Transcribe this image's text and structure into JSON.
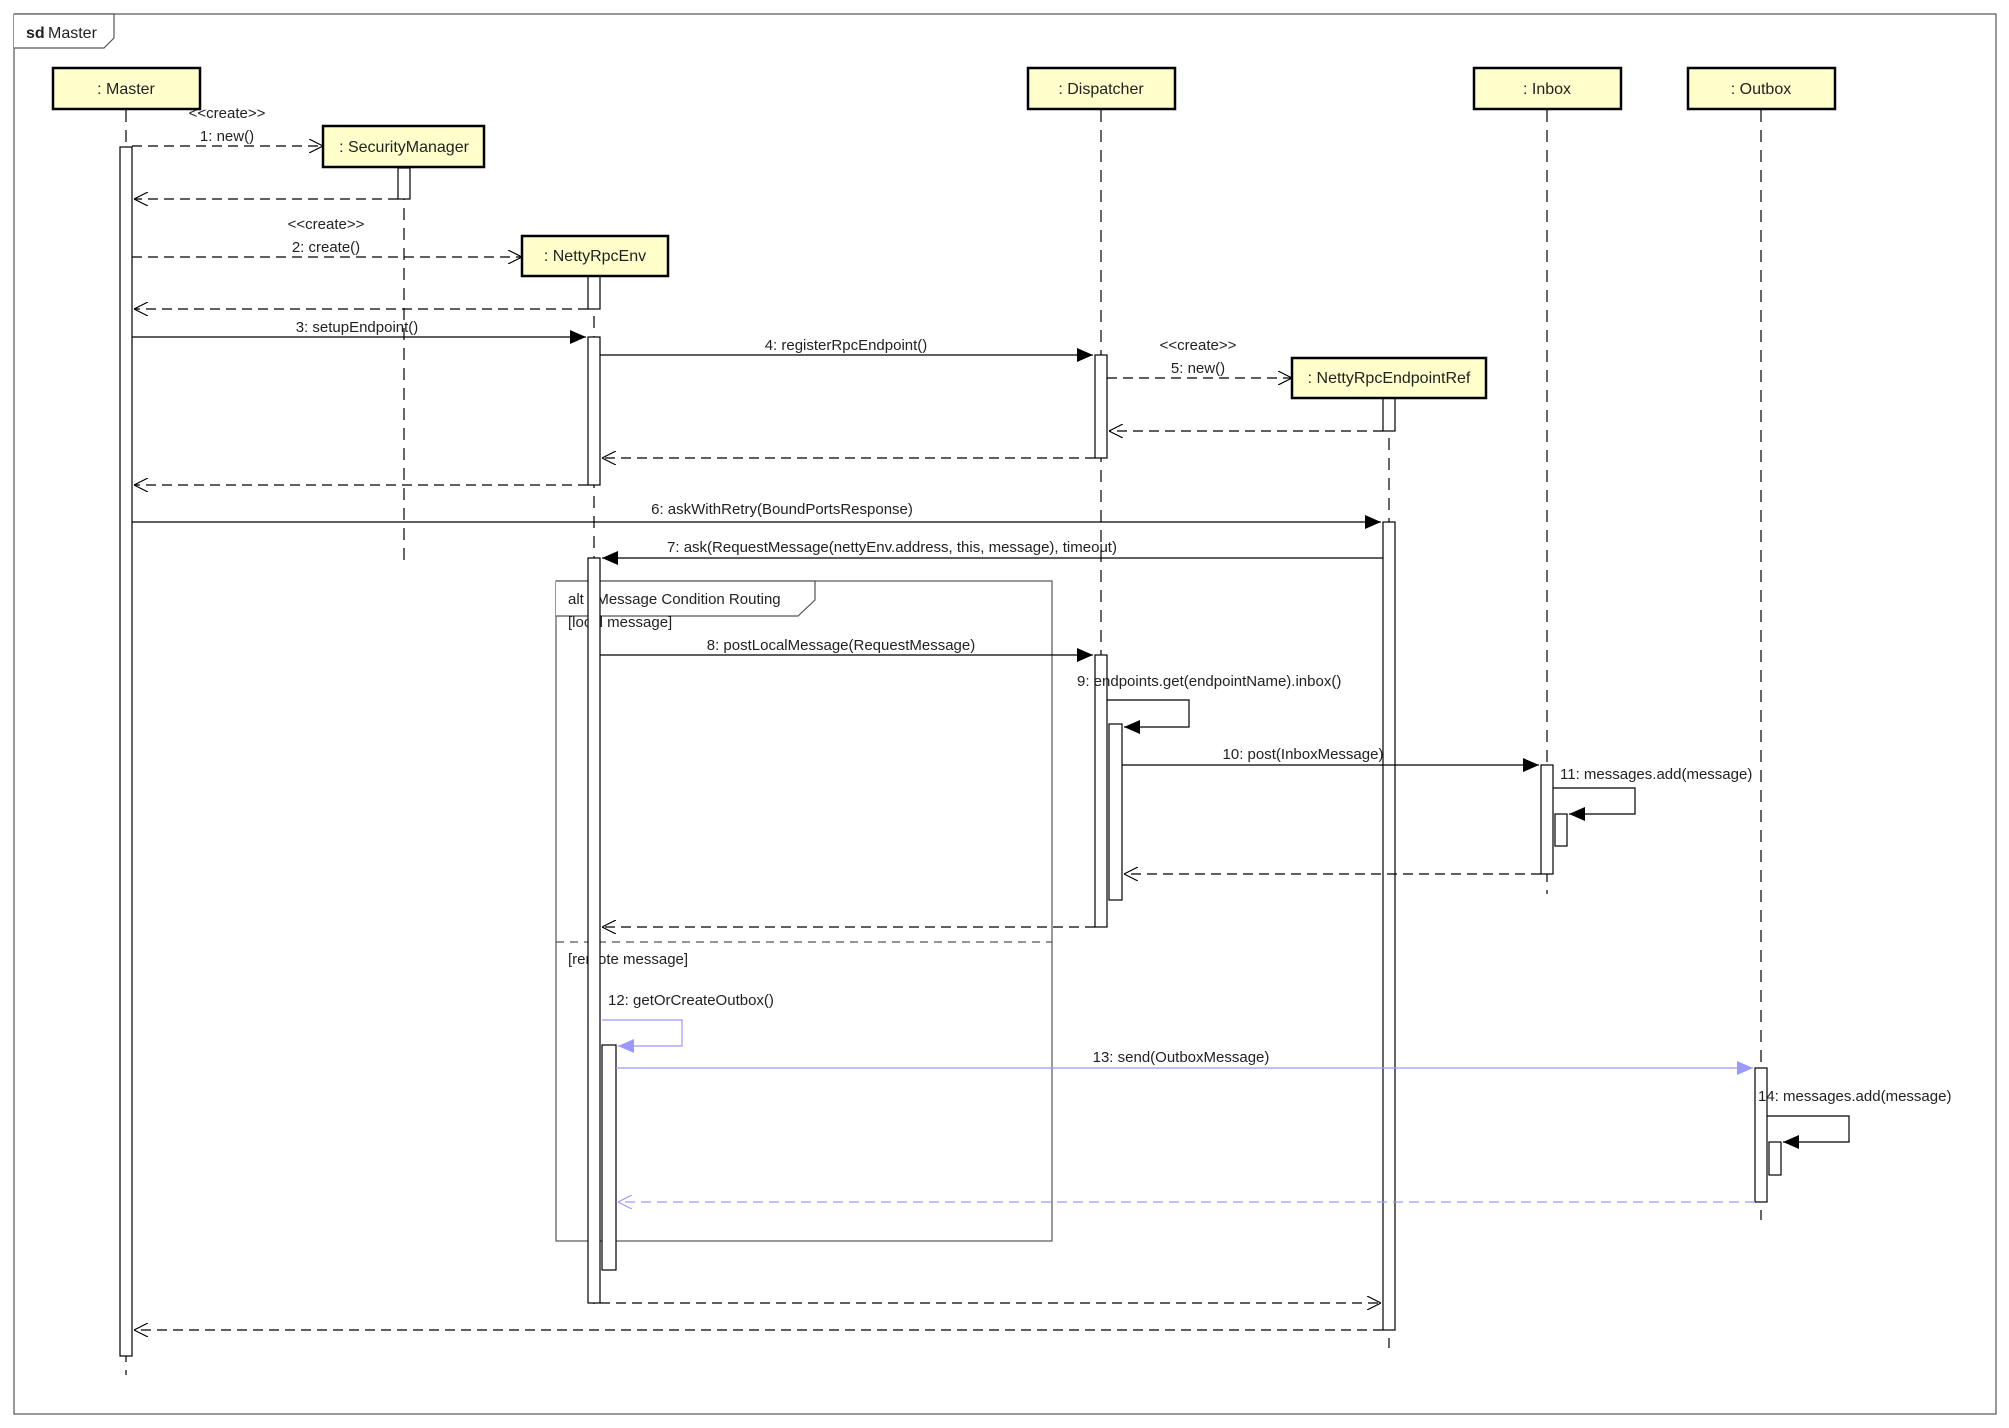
{
  "frame": {
    "keyword": "sd",
    "name": "Master"
  },
  "colors": {
    "lifeline_box_fill": "#ffffcc",
    "lifeline_box_stroke": "#000000",
    "line": "#000000",
    "highlight": "#9999ff"
  },
  "lifelines": [
    {
      "id": "master",
      "label": ": Master"
    },
    {
      "id": "security",
      "label": ": SecurityManager"
    },
    {
      "id": "netty",
      "label": ": NettyRpcEnv"
    },
    {
      "id": "dispatcher",
      "label": ": Dispatcher"
    },
    {
      "id": "endpointref",
      "label": ": NettyRpcEndpointRef"
    },
    {
      "id": "inbox",
      "label": ": Inbox"
    },
    {
      "id": "outbox",
      "label": ": Outbox"
    }
  ],
  "messages": [
    {
      "id": "m1",
      "stereotype": "<<create>>",
      "label": "1: new()"
    },
    {
      "id": "m2",
      "stereotype": "<<create>>",
      "label": "2: create()"
    },
    {
      "id": "m3",
      "label": "3: setupEndpoint()"
    },
    {
      "id": "m4",
      "label": "4: registerRpcEndpoint()"
    },
    {
      "id": "m5",
      "stereotype": "<<create>>",
      "label": "5: new()"
    },
    {
      "id": "m6",
      "label": "6: askWithRetry(BoundPortsResponse)"
    },
    {
      "id": "m7",
      "label": "7: ask(RequestMessage(nettyEnv.address, this, message), timeout)"
    },
    {
      "id": "m8",
      "label": "8: postLocalMessage(RequestMessage)"
    },
    {
      "id": "m9",
      "label": "9: endpoints.get(endpointName).inbox()"
    },
    {
      "id": "m10",
      "label": "10: post(InboxMessage)"
    },
    {
      "id": "m11",
      "label": "11: messages.add(message)"
    },
    {
      "id": "m12",
      "label": "12: getOrCreateOutbox()"
    },
    {
      "id": "m13",
      "label": "13: send(OutboxMessage)"
    },
    {
      "id": "m14",
      "label": "14: messages.add(message)"
    }
  ],
  "fragment": {
    "label": "alt : Message Condition Routing",
    "guard_local": "[local message]",
    "guard_remote": "[remote message]"
  }
}
